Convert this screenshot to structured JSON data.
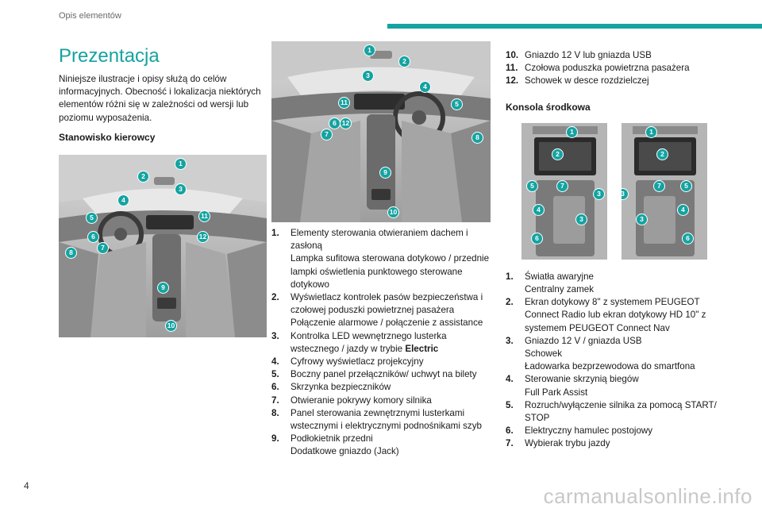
{
  "header": {
    "section": "Opis elementów"
  },
  "col1": {
    "title": "Prezentacja",
    "intro": "Niniejsze ilustracje i opisy służą do celów informacyjnych. Obecność i lokalizacja niektórych elementów różni się w zależności od wersji lub poziomu wyposażenia.",
    "subhead": "Stanowisko kierowcy",
    "markers": [
      "1",
      "2",
      "3",
      "4",
      "5",
      "6",
      "7",
      "8",
      "9",
      "10",
      "11",
      "12"
    ]
  },
  "col2": {
    "markers": [
      "1",
      "2",
      "3",
      "4",
      "5",
      "6",
      "7",
      "8",
      "9",
      "10",
      "11",
      "12"
    ],
    "items": [
      {
        "num": "1.",
        "lines": [
          "Elementy sterowania otwieraniem dachem i zasłoną",
          "Lampka sufitowa sterowana dotykowo / przednie lampki oświetlenia punktowego sterowane dotykowo"
        ]
      },
      {
        "num": "2.",
        "lines": [
          "Wyświetlacz kontrolek pasów bezpieczeństwa i czołowej poduszki powietrznej pasażera",
          "Połączenie alarmowe / połączenie z assistance"
        ]
      },
      {
        "num": "3.",
        "pre": "Kontrolka LED wewnętrznego lusterka wstecznego / jazdy w trybie ",
        "bold": "Electric"
      },
      {
        "num": "4.",
        "lines": [
          "Cyfrowy wyświetlacz projekcyjny"
        ]
      },
      {
        "num": "5.",
        "lines": [
          "Boczny panel przełączników/ uchwyt na bilety"
        ]
      },
      {
        "num": "6.",
        "lines": [
          "Skrzynka bezpieczników"
        ]
      },
      {
        "num": "7.",
        "lines": [
          "Otwieranie pokrywy komory silnika"
        ]
      },
      {
        "num": "8.",
        "lines": [
          "Panel sterowania zewnętrznymi lusterkami wstecznymi i elektrycznymi podnośnikami szyb"
        ]
      },
      {
        "num": "9.",
        "lines": [
          "Podłokietnik przedni",
          "Dodatkowe gniazdo (Jack)"
        ]
      }
    ]
  },
  "col3": {
    "items_top": [
      {
        "num": "10.",
        "lines": [
          "Gniazdo 12 V lub gniazda USB"
        ]
      },
      {
        "num": "11.",
        "lines": [
          "Czołowa poduszka powietrzna pasażera"
        ]
      },
      {
        "num": "12.",
        "lines": [
          "Schowek w desce rozdzielczej"
        ]
      }
    ],
    "subhead": "Konsola środkowa",
    "console_left_markers": [
      "1",
      "2",
      "5",
      "7",
      "3",
      "4",
      "3",
      "6"
    ],
    "console_right_markers": [
      "1",
      "2",
      "3",
      "7",
      "5",
      "4",
      "3",
      "6"
    ],
    "items": [
      {
        "num": "1.",
        "lines": [
          "Światła awaryjne",
          "Centralny zamek"
        ]
      },
      {
        "num": "2.",
        "lines": [
          "Ekran dotykowy 8\" z systemem PEUGEOT Connect Radio lub ekran dotykowy HD 10\" z systemem PEUGEOT Connect Nav"
        ]
      },
      {
        "num": "3.",
        "lines": [
          "Gniazdo 12 V / gniazda USB",
          "Schowek",
          "Ładowarka bezprzewodowa do smartfona"
        ]
      },
      {
        "num": "4.",
        "lines": [
          "Sterowanie skrzynią biegów",
          "Full Park Assist"
        ]
      },
      {
        "num": "5.",
        "lines": [
          "Rozruch/wyłączenie silnika za pomocą START/ STOP"
        ]
      },
      {
        "num": "6.",
        "lines": [
          "Elektryczny hamulec postojowy"
        ]
      },
      {
        "num": "7.",
        "lines": [
          "Wybierak trybu jazdy"
        ]
      }
    ]
  },
  "footer": {
    "page": "4",
    "watermark": "carmanualsonline.info"
  },
  "colors": {
    "accent": "#14a3a1"
  }
}
